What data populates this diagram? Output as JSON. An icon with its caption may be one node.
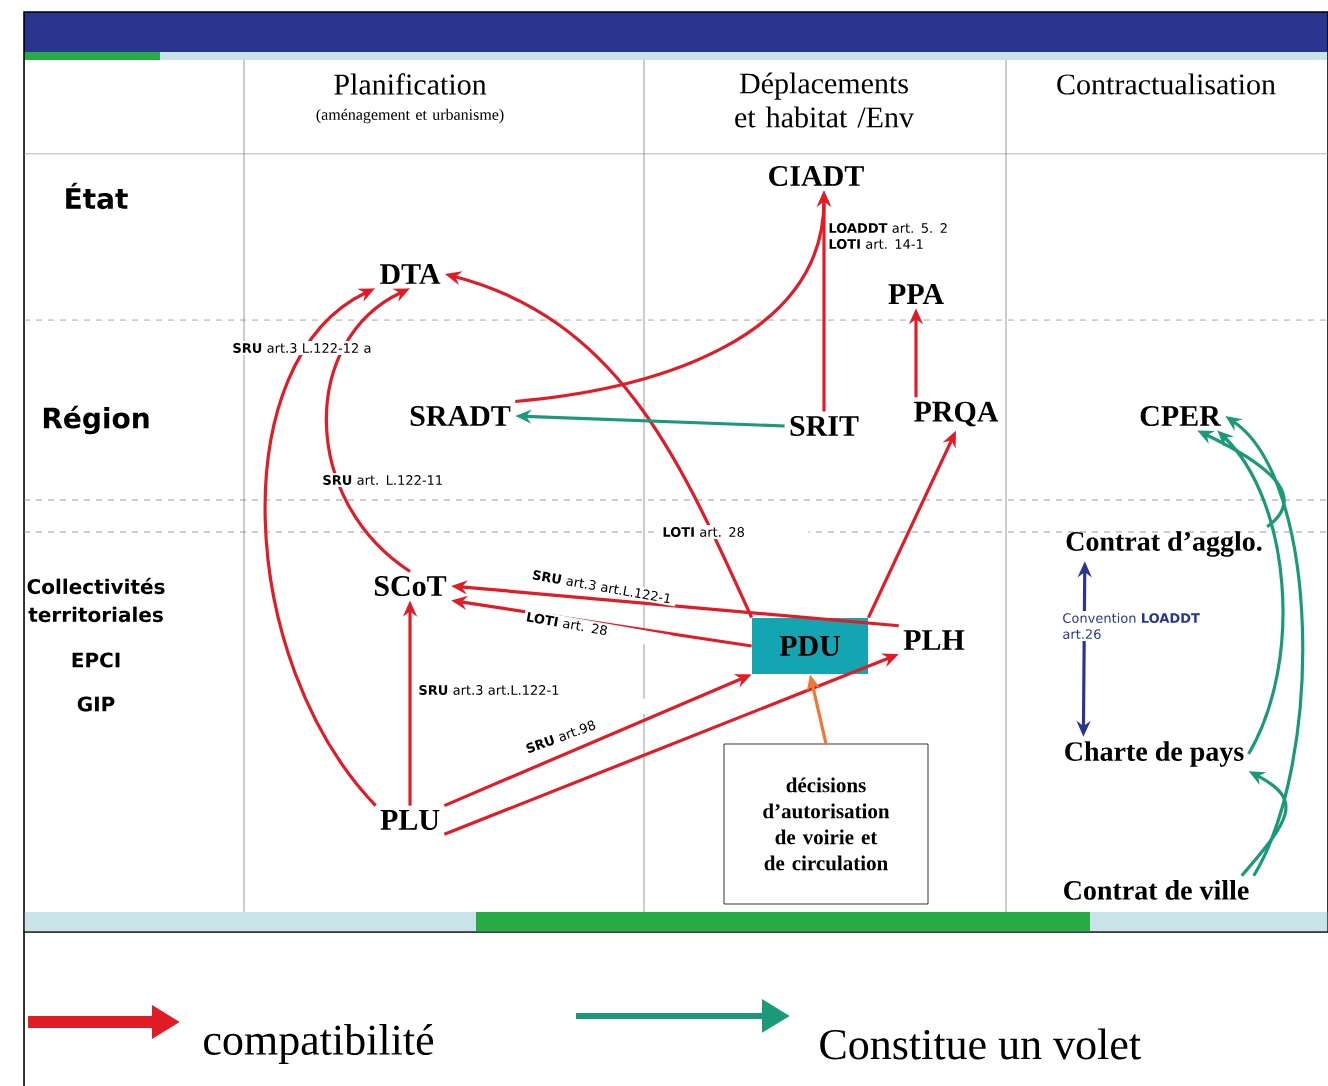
{
  "diagram": {
    "nodes": [
      {
        "text": [
          "CIADT"
        ]
      },
      {
        "text": [
          "DTA"
        ]
      },
      {
        "text": [
          "PPA"
        ]
      },
      {
        "text": [
          "SRADT"
        ]
      },
      {
        "text": [
          "SRIT"
        ]
      },
      {
        "text": [
          "PRQA"
        ]
      },
      {
        "text": [
          "CPER"
        ]
      },
      {
        "text": [
          "SCoT"
        ]
      },
      {
        "text": [
          "PDU"
        ]
      },
      {
        "text": [
          "PLH"
        ]
      },
      {
        "text": [
          "Contrat d’agglo."
        ]
      },
      {
        "text": [
          "Charte de pays"
        ]
      },
      {
        "text": [
          "PLU"
        ]
      },
      {
        "text": [
          "décisions d’autorisation de voirie et de circulation"
        ]
      },
      {
        "text": [
          "Contrat de ville"
        ]
      }
    ],
    "edges": [
      {
        "from": 4,
        "to": 0,
        "arrow": "to",
        "label": "**LOADDT** art. 5. 2 **LOTI** art. 14-1"
      },
      {
        "from": 3,
        "to": 0,
        "arrow": "to"
      },
      {
        "from": 5,
        "to": 2,
        "arrow": "to"
      },
      {
        "from": 8,
        "to": 5,
        "arrow": "to"
      },
      {
        "from": 8,
        "to": 1,
        "arrow": "to",
        "label": "**LOTI** art. 28"
      },
      {
        "from": 12,
        "to": 1,
        "arrow": "to",
        "label": "**SRU** art.3 L.122-12 a"
      },
      {
        "from": 7,
        "to": 1,
        "arrow": "to",
        "label": "**SRU** art. L.122-11"
      },
      {
        "from": 9,
        "to": 7,
        "arrow": "to",
        "label": "**SRU** art.3 art.L.122-1"
      },
      {
        "from": 8,
        "to": 7,
        "arrow": "to",
        "label": "**LOTI** art. 28"
      },
      {
        "from": 12,
        "to": 7,
        "arrow": "to",
        "label": "**SRU** art.3 art.L.122-1"
      },
      {
        "from": 12,
        "to": 8,
        "arrow": "to",
        "label": "**SRU** art.98"
      },
      {
        "from": 12,
        "to": 9,
        "arrow": "to"
      },
      {
        "from": 4,
        "to": 3,
        "arrow": "to",
        "color": "#1a9a78"
      },
      {
        "from": 13,
        "to": 8,
        "arrow": "to",
        "color": "#f07830"
      },
      {
        "from": 10,
        "to": 11,
        "arrow": "both",
        "color": "#2a3590",
        "label": "Convention **LOADDT** art.26"
      },
      {
        "from": 14,
        "to": 6,
        "arrow": "to",
        "color": "#1a9a78"
      },
      {
        "from": 11,
        "to": 6,
        "arrow": "to",
        "color": "#1a9a78"
      },
      {
        "from": 10,
        "to": 6,
        "arrow": "to",
        "color": "#1a9a78"
      },
      {
        "from": 14,
        "to": 11,
        "arrow": "to",
        "color": "#1a9a78"
      }
    ],
    "labels": [
      "Planification",
      "(aménagement et urbanisme)",
      "Déplacements et habitat /Env",
      "Contractualisation",
      "État",
      "Région",
      "Collectivités territoriales",
      "EPCI",
      "GIP"
    ],
    "legend": [
      {
        "text": "compatibilité"
      },
      {
        "text": "Constitue un volet"
      }
    ]
  }
}
